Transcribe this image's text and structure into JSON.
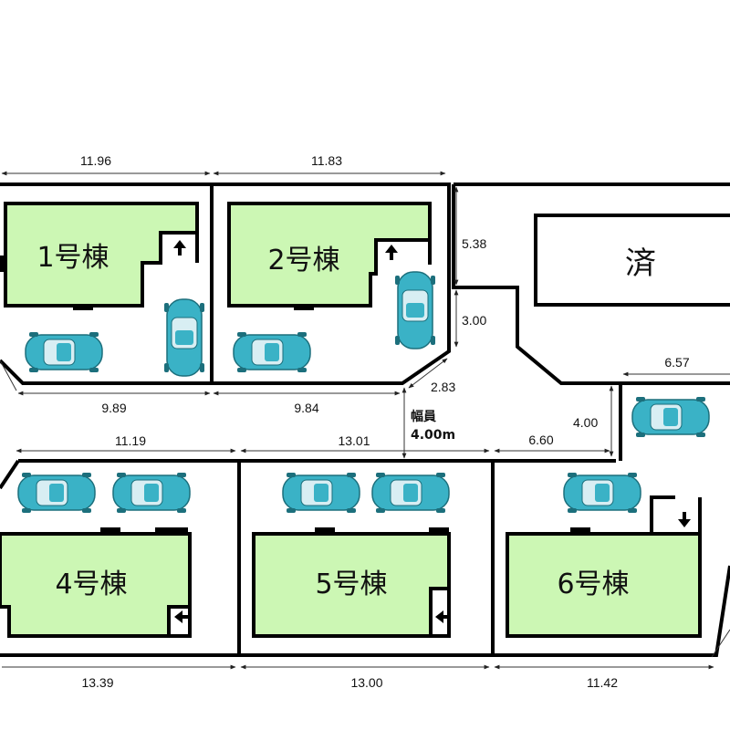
{
  "lots": {
    "lot1": {
      "label": "1号棟"
    },
    "lot2": {
      "label": "2号棟"
    },
    "lot4": {
      "label": "4号棟"
    },
    "lot5": {
      "label": "5号棟"
    },
    "lot6": {
      "label": "6号棟"
    },
    "sold": {
      "label": "済"
    }
  },
  "road": {
    "label_line1": "幅員",
    "label_line2": "4.00m"
  },
  "dimensions": {
    "top_lot1": "11.96",
    "top_lot2": "11.83",
    "bottom_lot1": "9.89",
    "bottom_lot2": "9.84",
    "right_side_upper": "5.38",
    "right_side_lower": "3.00",
    "corner_cut": "2.83",
    "road_width": "4.00",
    "right_lot_bottom": "6.57",
    "top_lot4": "11.19",
    "top_lot5": "13.01",
    "top_lot6": "6.60",
    "bottom_lot4": "13.39",
    "bottom_lot5": "13.00",
    "bottom_lot6": "11.42"
  },
  "colors": {
    "house_fill": "#ccf7b4",
    "car_body": "#3ab2c6",
    "car_window": "#d8eef3",
    "outline": "#000000"
  }
}
